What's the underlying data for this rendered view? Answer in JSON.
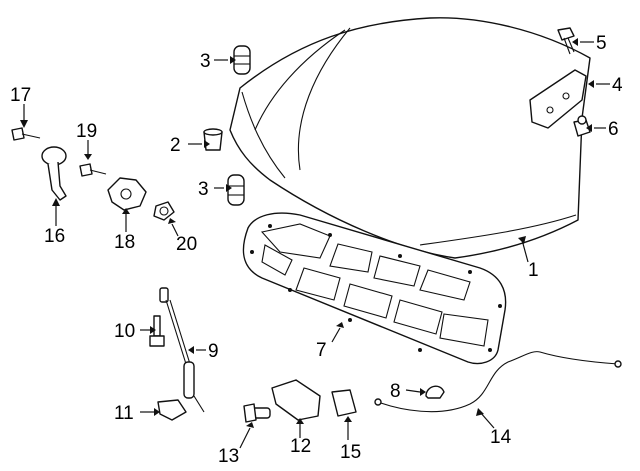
{
  "diagram": {
    "callouts": [
      {
        "id": "1",
        "text": "1"
      },
      {
        "id": "2",
        "text": "2"
      },
      {
        "id": "3a",
        "text": "3"
      },
      {
        "id": "3b",
        "text": "3"
      },
      {
        "id": "4",
        "text": "4"
      },
      {
        "id": "5",
        "text": "5"
      },
      {
        "id": "6",
        "text": "6"
      },
      {
        "id": "7",
        "text": "7"
      },
      {
        "id": "8",
        "text": "8"
      },
      {
        "id": "9",
        "text": "9"
      },
      {
        "id": "10",
        "text": "10"
      },
      {
        "id": "11",
        "text": "11"
      },
      {
        "id": "12",
        "text": "12"
      },
      {
        "id": "13",
        "text": "13"
      },
      {
        "id": "14",
        "text": "14"
      },
      {
        "id": "15",
        "text": "15"
      },
      {
        "id": "16",
        "text": "16"
      },
      {
        "id": "17",
        "text": "17"
      },
      {
        "id": "18",
        "text": "18"
      },
      {
        "id": "19",
        "text": "19"
      },
      {
        "id": "20",
        "text": "20"
      }
    ]
  }
}
